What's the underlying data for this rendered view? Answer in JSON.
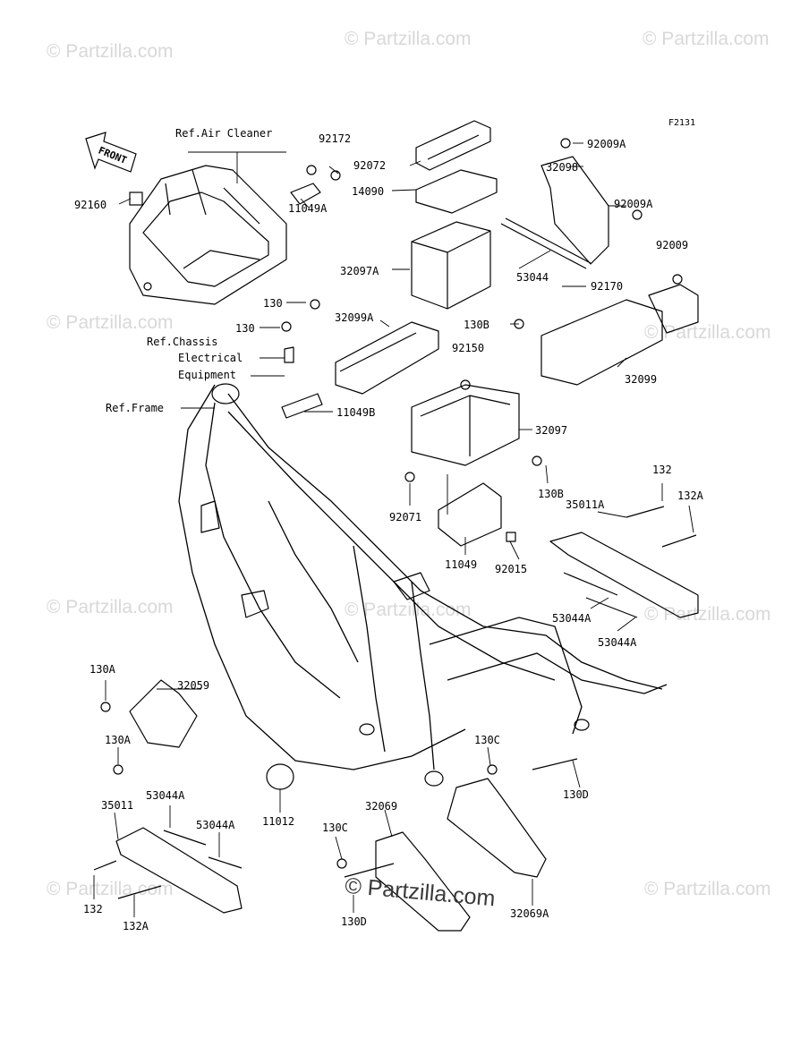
{
  "figure_code": "F2131",
  "front_arrow": "FRONT",
  "watermark": "© Partzilla.com",
  "watermark_main": "© Partzilla.com",
  "labels": {
    "ref_air_cleaner": "Ref.Air Cleaner",
    "ref_chassis": "Ref.Chassis",
    "electrical": "Electrical",
    "equipment": "Equipment",
    "ref_frame": "Ref.Frame",
    "p92172": "92172",
    "p92072": "92072",
    "p14090": "14090",
    "p92009A_top": "92009A",
    "p32098": "32098",
    "p92009A_mid": "92009A",
    "p92160": "92160",
    "p11049A": "11049A",
    "p92009": "92009",
    "p32097A": "32097A",
    "p53044": "53044",
    "p92170": "92170",
    "p130_a": "130",
    "p130_b": "130",
    "p32099A": "32099A",
    "p130B_top": "130B",
    "p92150": "92150",
    "p32099": "32099",
    "p11049B": "11049B",
    "p32097": "32097",
    "p130B_bot": "130B",
    "p92071": "92071",
    "p132_right": "132",
    "p35011A": "35011A",
    "p132A_right": "132A",
    "p11049": "11049",
    "p92015": "92015",
    "p53044A_r1": "53044A",
    "p53044A_r2": "53044A",
    "p130A_top": "130A",
    "p32059": "32059",
    "p130A_bot": "130A",
    "p130C_right": "130C",
    "p130D_right": "130D",
    "p11012": "11012",
    "p35011": "35011",
    "p53044A_l1": "53044A",
    "p53044A_l2": "53044A",
    "p32069": "32069",
    "p130C_left": "130C",
    "p132_left": "132",
    "p132A_left": "132A",
    "p130D_left": "130D",
    "p32069A": "32069A"
  }
}
